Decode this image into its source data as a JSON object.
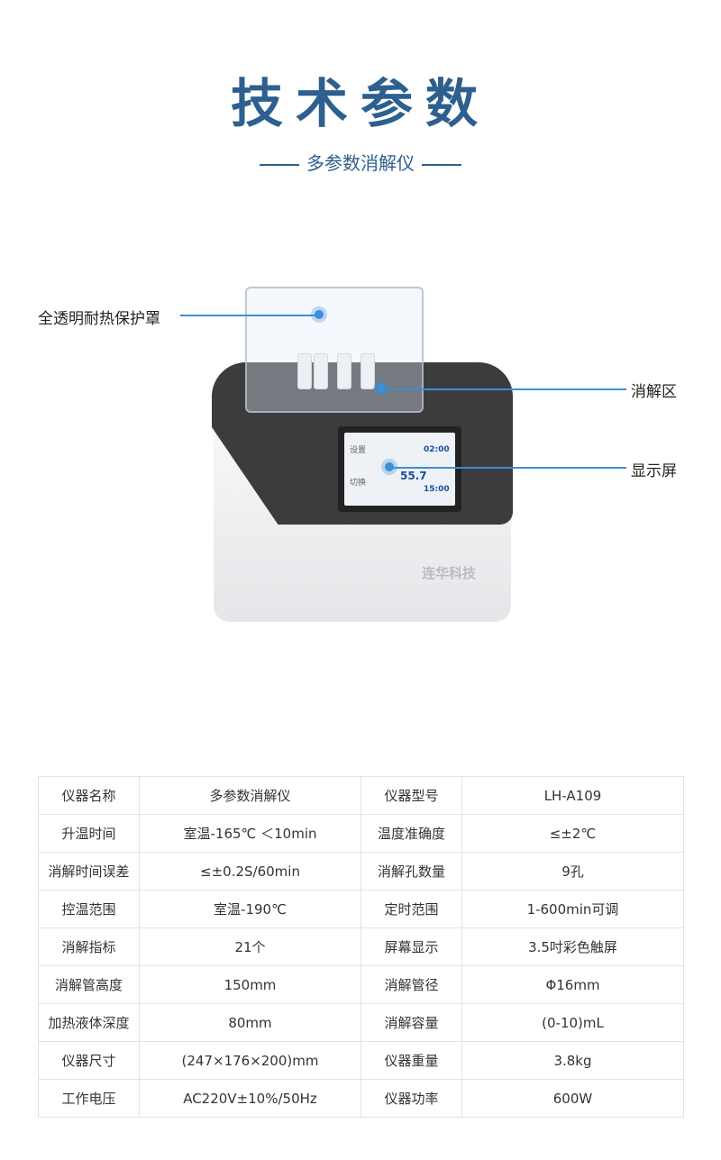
{
  "header": {
    "title": "技术参数",
    "subtitle": "多参数消解仪"
  },
  "callouts": {
    "cover": "全透明耐热保护罩",
    "zone": "消解区",
    "display": "显示屏"
  },
  "device": {
    "brand": "连华科技",
    "screen": {
      "value": "55.7",
      "time1": "02:00",
      "time2": "15:00",
      "btn1": "设置",
      "btn2": "切换"
    }
  },
  "specs": [
    [
      "仪器名称",
      "多参数消解仪",
      "仪器型号",
      "LH-A109"
    ],
    [
      "升温时间",
      "室温-165℃ ＜10min",
      "温度准确度",
      "≤±2℃"
    ],
    [
      "消解时间误差",
      "≤±0.2S/60min",
      "消解孔数量",
      "9孔"
    ],
    [
      "控温范围",
      "室温-190℃",
      "定时范围",
      "1-600min可调"
    ],
    [
      "消解指标",
      "21个",
      "屏幕显示",
      "3.5吋彩色触屏"
    ],
    [
      "消解管高度",
      "150mm",
      "消解管径",
      "Φ16mm"
    ],
    [
      "加热液体深度",
      "80mm",
      "消解容量",
      "(0-10)mL"
    ],
    [
      "仪器尺寸",
      "(247×176×200)mm",
      "仪器重量",
      "3.8kg"
    ],
    [
      "工作电压",
      "AC220V±10%/50Hz",
      "仪器功率",
      "600W"
    ]
  ]
}
